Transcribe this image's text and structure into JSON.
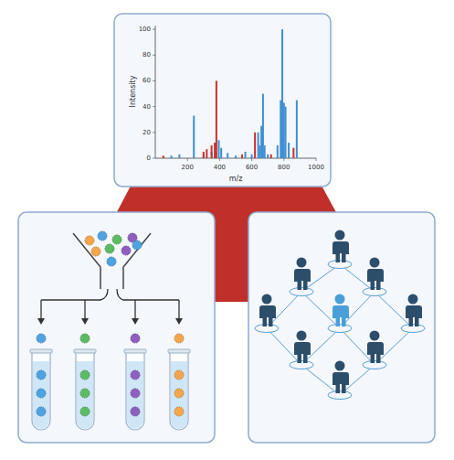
{
  "diagram": {
    "labels": [
      "Intensity",
      "m/z",
      "0",
      "20",
      "40",
      "60",
      "80",
      "100",
      "200",
      "400",
      "600",
      "800",
      "1000"
    ]
  }
}
